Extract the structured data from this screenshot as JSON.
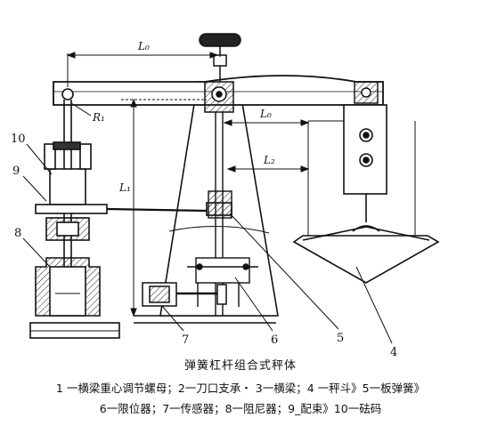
{
  "labels": {
    "L0_top": "L₀",
    "L0_mid": "L₀",
    "L1": "L₁",
    "L2": "L₂",
    "R": "R₁",
    "n10": "10",
    "n9": "9",
    "n8": "8",
    "n7": "7",
    "n6": "6",
    "n5": "5",
    "n4": "4"
  },
  "caption": {
    "title": "弹簧杠杆组合式秤体",
    "line1": "1 一横梁重心调节螺母；2一刀口支承・ 3一横梁；4 一秤斗》5一板弹簧》",
    "line2": "6一限位器；7一传感器；8一阻尼器；9_配束》10一砝码"
  }
}
